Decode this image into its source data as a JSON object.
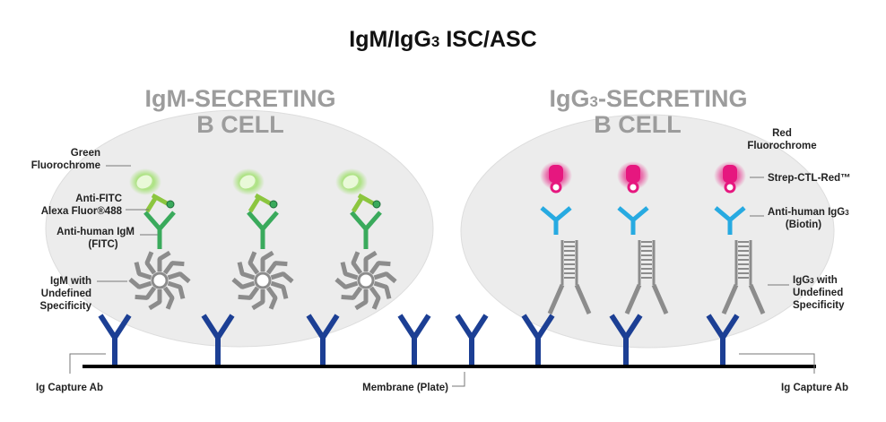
{
  "title": {
    "main": "IgM/IgG",
    "sub": "3",
    "rest": " ISC/ASC"
  },
  "cells": {
    "left": {
      "line1": "IgM-SECRETING",
      "line2": "B CELL"
    },
    "right": {
      "line1_a": "IgG",
      "line1_sub": "3",
      "line1_b": "-SECRETING",
      "line2": "B CELL"
    }
  },
  "labels": {
    "green_fluorochrome": [
      "Green",
      "Fluorochrome"
    ],
    "anti_fitc": [
      "Anti-FITC",
      "Alexa Fluor®488"
    ],
    "anti_human_igm": [
      "Anti-human IgM",
      "(FITC)"
    ],
    "igm_undefined": [
      "IgM with",
      "Undefined",
      "Specificity"
    ],
    "ig_capture_left": "Ig Capture Ab",
    "membrane": "Membrane (Plate)",
    "ig_capture_right": "Ig Capture Ab",
    "red_fluorochrome": [
      "Red",
      "Fluorochrome"
    ],
    "strep_ctl_red": "Strep-CTL-Red™",
    "anti_human_igg3": {
      "a": "Anti-human IgG",
      "sub": "3",
      "line2": "(Biotin)"
    },
    "igg3_undefined": {
      "a": "IgG",
      "sub": "3",
      "b": " with",
      "line2": "Undefined",
      "line3": "Specificity"
    }
  },
  "colors": {
    "capture_ab": "#1c3f94",
    "igm_detect": "#3aaa5c",
    "fitc_ab": "#8cc63f",
    "green_glow": "#9ee06a",
    "igg3_detect": "#27aae1",
    "red_fluor": "#e6177f",
    "igm_gray": "#8c8c8c",
    "membrane": "#000000",
    "cell_fill": "#ececec"
  }
}
